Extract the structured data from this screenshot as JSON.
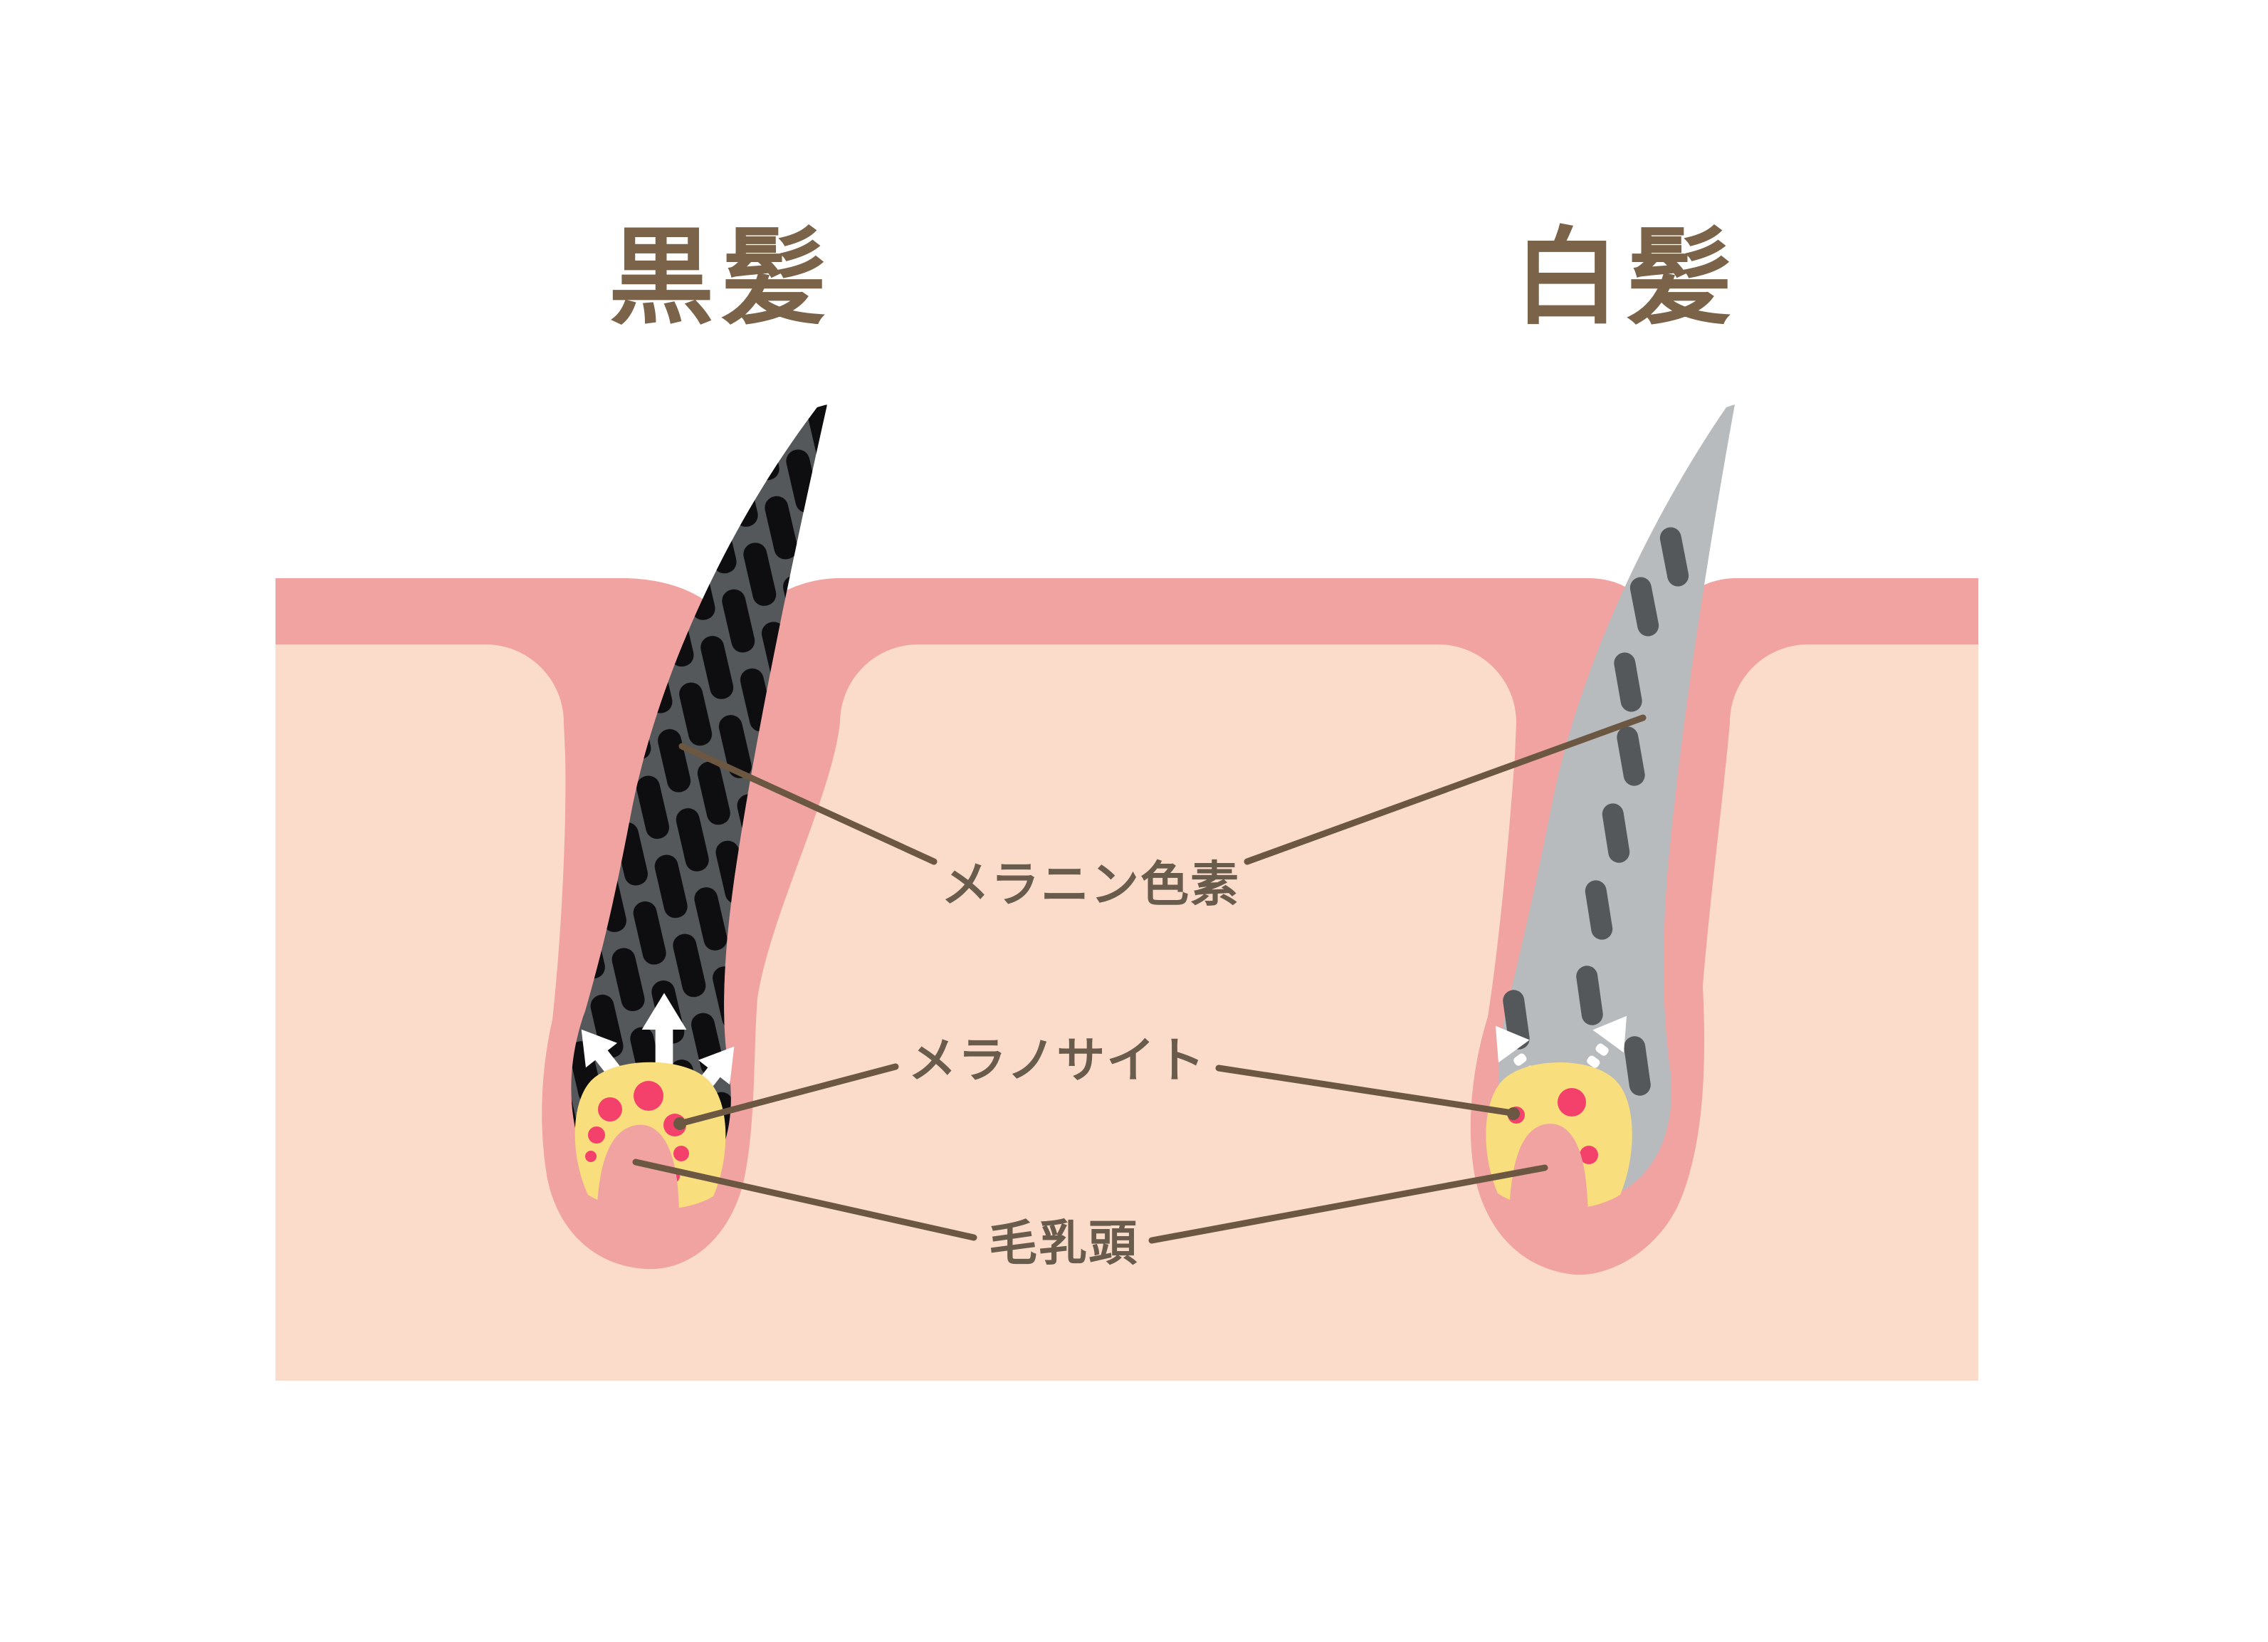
{
  "diagram": {
    "titles": {
      "black_hair": "黒髪",
      "white_hair": "白髪"
    },
    "labels": {
      "melanin_pigment": "メラニン色素",
      "melanocyte": "メラノサイト",
      "hair_papilla": "毛乳頭"
    }
  },
  "colors": {
    "background": "#ffffff",
    "skin_light": "#fbdcca",
    "skin_dark": "#f1a3a1",
    "hair_black_base": "#54585b",
    "melanin_granule": "#0e0e10",
    "hair_gray": "#b8bbbd",
    "gray_granule": "#54585b",
    "melanocyte_yellow": "#f8de7d",
    "melanin_cell_red": "#f4416b",
    "arrow_white": "#ffffff",
    "title_brown": "#7a6348",
    "label_brown": "#6a5c4d",
    "line_brown": "#6b5742"
  }
}
